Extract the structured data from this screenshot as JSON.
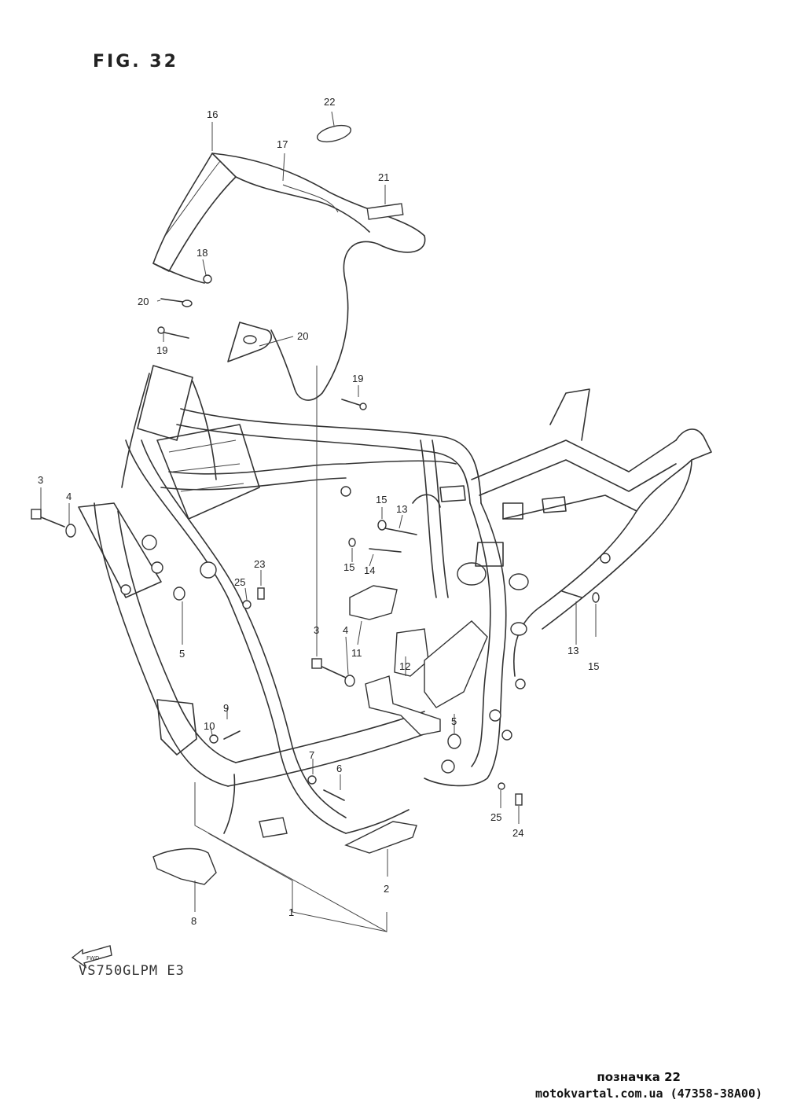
{
  "figure": {
    "title": "FIG. 32",
    "model": "VS750GLPM E3",
    "footer_label": "позначка 22",
    "footer_url": "motokvartal.com.ua (47358-38A00)",
    "front_arrow_label": "FWD"
  },
  "callouts": [
    {
      "id": "c16",
      "text": "16"
    },
    {
      "id": "c22",
      "text": "22"
    },
    {
      "id": "c17",
      "text": "17"
    },
    {
      "id": "c21",
      "text": "21"
    },
    {
      "id": "c18",
      "text": "18"
    },
    {
      "id": "c20a",
      "text": "20"
    },
    {
      "id": "c20b",
      "text": "20"
    },
    {
      "id": "c19a",
      "text": "19"
    },
    {
      "id": "c19b",
      "text": "19"
    },
    {
      "id": "c3a",
      "text": "3"
    },
    {
      "id": "c4a",
      "text": "4"
    },
    {
      "id": "c5a",
      "text": "5"
    },
    {
      "id": "c15a",
      "text": "15"
    },
    {
      "id": "c13a",
      "text": "13"
    },
    {
      "id": "c15b",
      "text": "15"
    },
    {
      "id": "c14",
      "text": "14"
    },
    {
      "id": "c25a",
      "text": "25"
    },
    {
      "id": "c23",
      "text": "23"
    },
    {
      "id": "c11",
      "text": "11"
    },
    {
      "id": "c12",
      "text": "12"
    },
    {
      "id": "c13b",
      "text": "13"
    },
    {
      "id": "c15c",
      "text": "15"
    },
    {
      "id": "c3b",
      "text": "3"
    },
    {
      "id": "c4b",
      "text": "4"
    },
    {
      "id": "c5b",
      "text": "5"
    },
    {
      "id": "c9",
      "text": "9"
    },
    {
      "id": "c10",
      "text": "10"
    },
    {
      "id": "c7",
      "text": "7"
    },
    {
      "id": "c6",
      "text": "6"
    },
    {
      "id": "c25b",
      "text": "25"
    },
    {
      "id": "c24",
      "text": "24"
    },
    {
      "id": "c2",
      "text": "2"
    },
    {
      "id": "c1",
      "text": "1"
    },
    {
      "id": "c8",
      "text": "8"
    }
  ]
}
